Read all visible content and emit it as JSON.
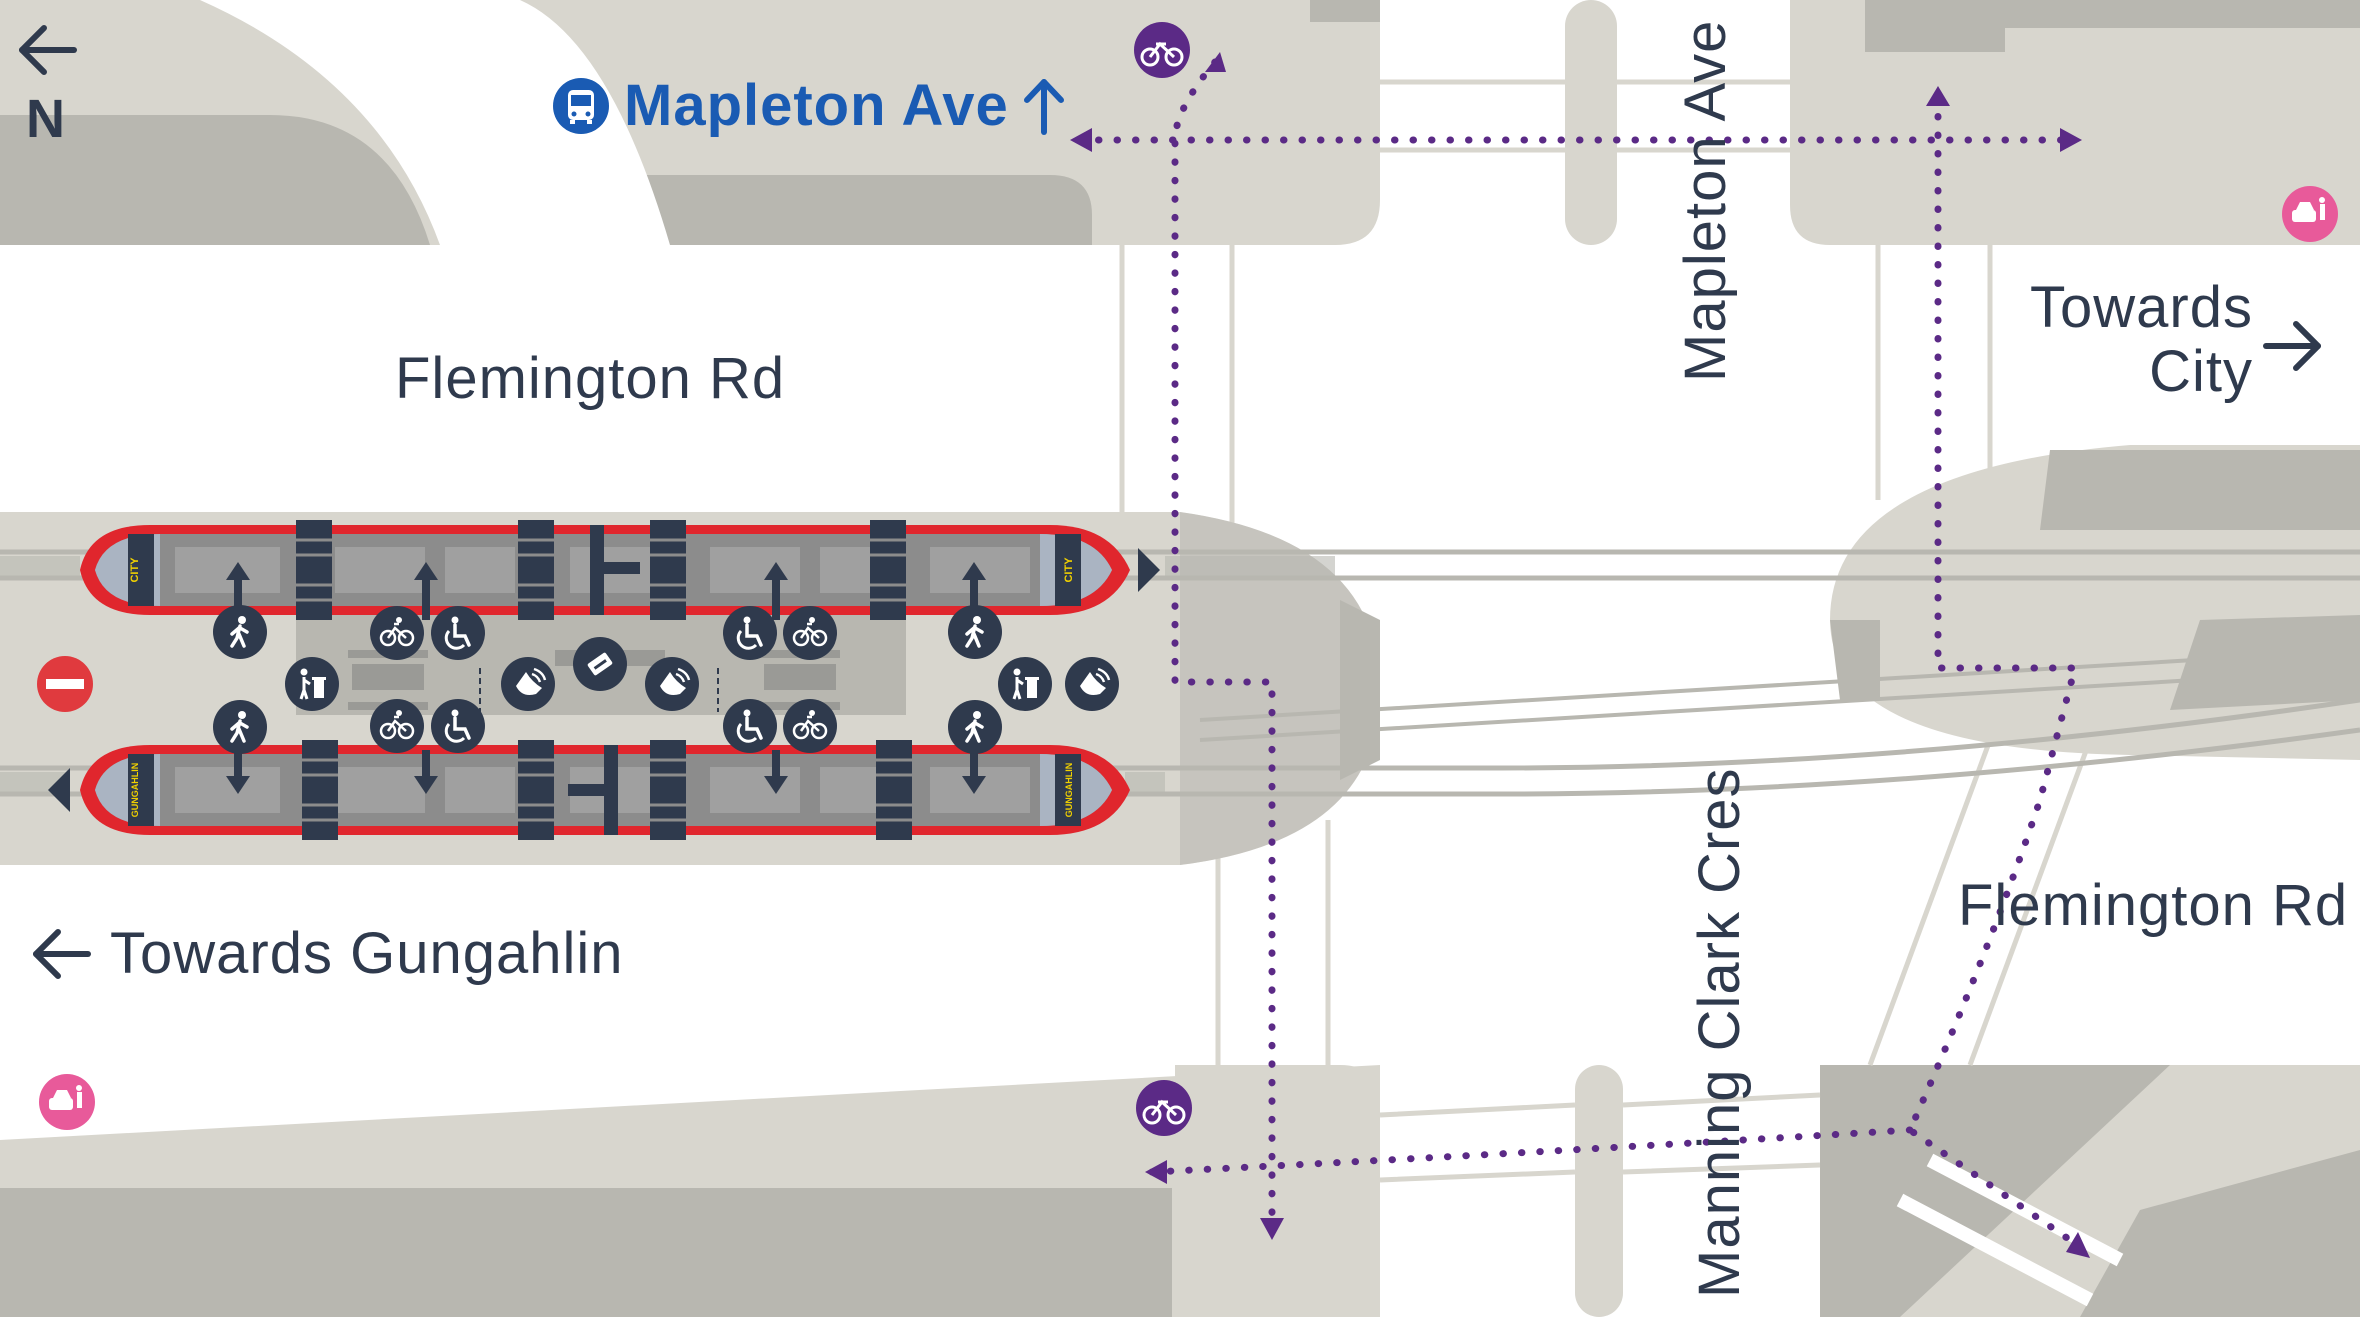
{
  "map": {
    "north_label": "N",
    "bus_stop": {
      "label": "Mapleton Ave",
      "icon": "bus-icon"
    },
    "roads": {
      "flemington_rd_west": "Flemington Rd",
      "flemington_rd_east": "Flemington Rd",
      "mapleton_ave": "Mapleton Ave",
      "manning_clark_cres": "Manning Clark Cres"
    },
    "directions": {
      "towards_city_line1": "Towards",
      "towards_city_line2": "City",
      "towards_gungahlin": "Towards Gungahlin"
    },
    "tram_destinations": {
      "city": "CITY",
      "gungahlin": "GUNGAHLIN"
    },
    "icons": {
      "platform_icons": [
        "walk-icon",
        "bin-icon",
        "bike-icon",
        "wheelchair-icon",
        "contactless-icon",
        "ticket-machine-icon"
      ],
      "other": [
        "bike-route-icon",
        "kiss-and-ride-icon",
        "no-entry-icon",
        "north-arrow-icon"
      ]
    },
    "colors": {
      "road": "#ffffff",
      "footpath": "#d8d6ce",
      "verge": "#b8b7b0",
      "tram": "#e0262d",
      "cycle_route": "#5b2a86",
      "bus_stop": "#1a5bb3",
      "kiss_and_ride": "#e85a9a",
      "icon_dark": "#2f3a4d",
      "no_entry": "#e03a3e"
    }
  }
}
